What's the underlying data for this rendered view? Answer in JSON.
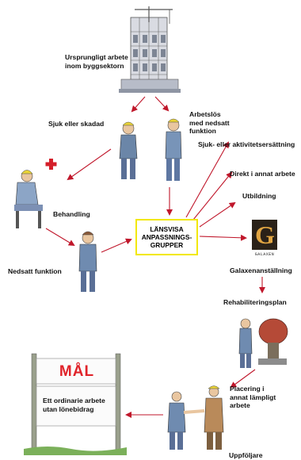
{
  "labels": {
    "original_work": "Ursprungligt arbete\ninom byggsektorn",
    "sick_or_injured": "Sjuk eller skadad",
    "unemployed": "Arbetslös\nmed nedsatt\nfunktion",
    "treatment": "Behandling",
    "reduced_function": "Nedsatt funktion",
    "sickness_compensation": "Sjuk- eller aktivitetsersättning",
    "direct_other_work": "Direkt i annat arbete",
    "education": "Utbildning",
    "galaxen_employment": "Galaxenanställning",
    "rehab_plan": "Rehabiliteringsplan",
    "placement": "Placering i\nannat lämpligt\narbete",
    "ordinary_work": "Ett ordinarie arbete\nutan lönebidrag",
    "follow_up": "Uppföljare"
  },
  "central_box": "LÄNSVISA\nANPASSNINGS-\nGRUPPER",
  "sign_text": "MÅL",
  "logo": {
    "letter": "G",
    "caption": "GALAXEN"
  },
  "colors": {
    "arrow": "#c0172b",
    "box_border": "#f2e800",
    "cross": "#d41f2a"
  }
}
